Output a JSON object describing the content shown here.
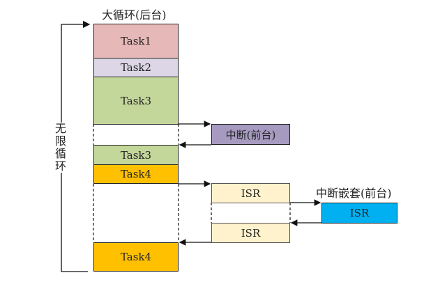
{
  "title": "大循环(后台)",
  "loop_label": "无限循环",
  "nested_label": "中断嵌套(前台)",
  "blocks": {
    "task1": {
      "label": "Task1",
      "color": "#e6b8b7"
    },
    "task2": {
      "label": "Task2",
      "color": "#dcd6e6"
    },
    "task3a": {
      "label": "Task3",
      "color": "#c4d79b"
    },
    "interrupt": {
      "label": "中断(前台)",
      "color": "#a69ac0"
    },
    "task3b": {
      "label": "Task3",
      "color": "#c4d79b"
    },
    "task4a": {
      "label": "Task4",
      "color": "#ffc000"
    },
    "isr1": {
      "label": "ISR",
      "color": "#fff2cc"
    },
    "isr_nested": {
      "label": "ISR",
      "color": "#00b0f0"
    },
    "isr2": {
      "label": "ISR",
      "color": "#fff2cc"
    },
    "task4b": {
      "label": "Task4",
      "color": "#ffc000"
    }
  }
}
